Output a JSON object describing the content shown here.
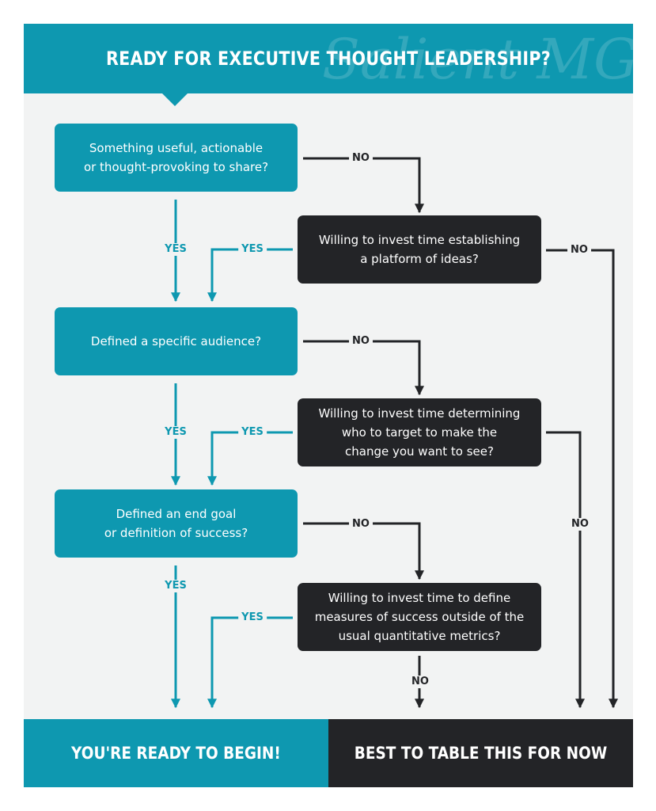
{
  "header": {
    "title": "READY FOR EXECUTIVE THOUGHT LEADERSHIP?",
    "watermark": "Salient MG"
  },
  "questions": {
    "q1": "Something useful, actionable\nor thought-provoking to share?",
    "q2": "Defined a specific audience?",
    "q3": "Defined an end goal\nor definition of success?"
  },
  "followups": {
    "f1": "Willing to invest time establishing\na platform of ideas?",
    "f2": "Willing to invest time determining\nwho to target to make the\nchange you want to see?",
    "f3": "Willing to invest time to define\nmeasures of success outside of the\nusual quantitative metrics?"
  },
  "labels": {
    "yes": "YES",
    "no": "NO"
  },
  "outcomes": {
    "ready": "YOU'RE READY TO BEGIN!",
    "table": "BEST TO TABLE THIS FOR NOW"
  },
  "colors": {
    "teal": "#0e98b0",
    "dark": "#232427",
    "background": "#f2f3f3"
  }
}
